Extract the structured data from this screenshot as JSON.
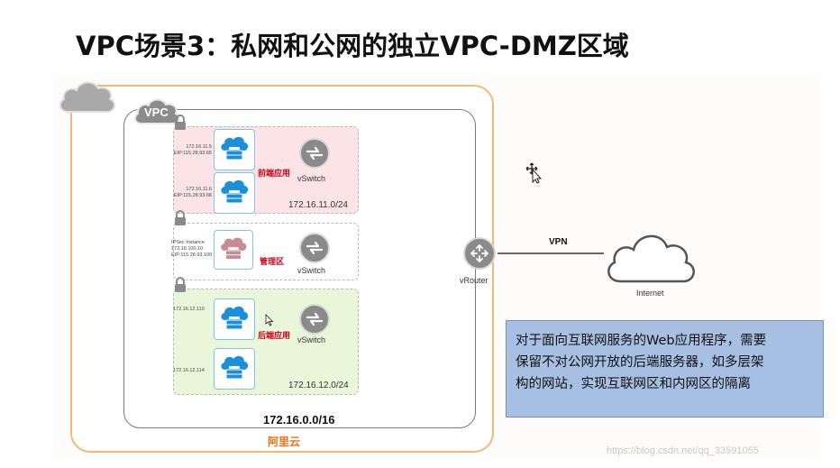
{
  "title": "VPC场景3：私网和公网的独立VPC-DMZ区域",
  "aliyun": {
    "label": "阿里云"
  },
  "vpc": {
    "label": "VPC",
    "cidr": "172.16.0.0/16"
  },
  "zones": {
    "front": {
      "label": "前端应用",
      "cidr": "172.16.11.0/24",
      "vswitch": "vSwitch",
      "servers": [
        {
          "line1": "172.16.11.5",
          "line2": "EIP:115.28.93.65"
        },
        {
          "line1": "172.16.11.6",
          "line2": "EIP:115.28.93.68"
        }
      ]
    },
    "mgmt": {
      "label": "管理区",
      "vswitch": "vSwitch",
      "server": {
        "line1": "IPSec Instance",
        "line2": "172.16.100.10",
        "line3": "EIP:115.28.93.100"
      }
    },
    "back": {
      "label": "后端应用",
      "cidr": "172.16.12.0/24",
      "vswitch": "vSwitch",
      "servers": [
        {
          "line1": "172.16.12.110"
        },
        {
          "line1": "172.16.12.114"
        }
      ]
    }
  },
  "vrouter": {
    "label": "vRouter"
  },
  "vpn": {
    "label": "VPN"
  },
  "internet": {
    "label": "Internet"
  },
  "note": {
    "lines": [
      "对于面向互联网服务的Web应用程序，需要",
      "保留不对公网开放的后端服务器，如多层架",
      "构的网站，实现互联网区和内网区的隔离"
    ]
  },
  "watermark": "https://blog.csdn.net/qq_33591055",
  "colors": {
    "aliyun_border": "#f2b87a",
    "front_zone": "#fbe3e6",
    "back_zone": "#e9f6d9",
    "note_bg": "#a7bfe2",
    "zone_label": "#d0021b",
    "server_icon": "#1a8fdd",
    "mgmt_icon": "#c98a92"
  },
  "icons": {
    "cloud": "cloud-icon",
    "lock": "lock-icon",
    "server": "cloud-server-icon",
    "vswitch": "vswitch-icon",
    "vrouter": "vrouter-icon"
  }
}
